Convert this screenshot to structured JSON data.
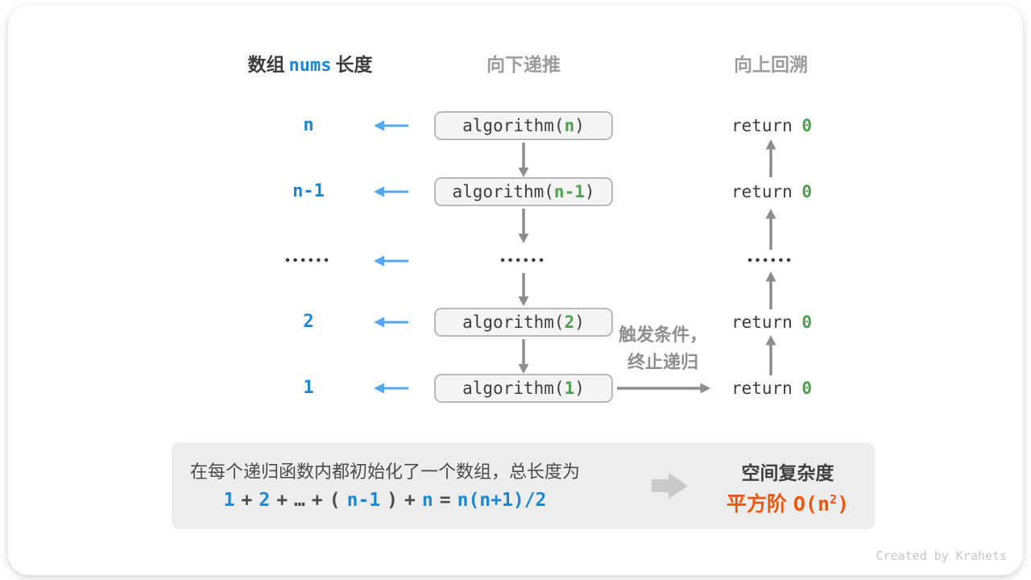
{
  "colors": {
    "blue": "#1c87d2",
    "light_blue": "#55a7ea",
    "green": "#4f9e51",
    "orange": "#f1560b",
    "dark": "#3d3d3d",
    "gray_header": "#9c9c9c",
    "annot": "#8f8f8f",
    "arrow": "#8d8d8d",
    "box_bg": "#f4f4f4",
    "box_border": "#b9b9b9",
    "summary_bg": "#ededed",
    "summary_text": "#4a4a4a",
    "footer": "#c6c6c6",
    "big_arrow": "#c9c9c9"
  },
  "headers": {
    "left_prefix": "数组",
    "left_code": "nums",
    "left_suffix": "长度",
    "middle": "向下递推",
    "right": "向上回溯"
  },
  "rows": [
    {
      "label": "n",
      "call_prefix": "algorithm(",
      "call_arg": "n",
      "call_suffix": ")",
      "ret_keyword": "return",
      "ret_value": "0"
    },
    {
      "label": "n-1",
      "call_prefix": "algorithm(",
      "call_arg": "n-1",
      "call_suffix": ")",
      "ret_keyword": "return",
      "ret_value": "0"
    },
    {
      "label": "••••••",
      "mid_ellipsis": "••••••",
      "right_ellipsis": "••••••"
    },
    {
      "label": "2",
      "call_prefix": "algorithm(",
      "call_arg": "2",
      "call_suffix": ")",
      "ret_keyword": "return",
      "ret_value": "0"
    },
    {
      "label": "1",
      "call_prefix": "algorithm(",
      "call_arg": "1",
      "call_suffix": ")",
      "ret_keyword": "return",
      "ret_value": "0"
    }
  ],
  "annotation": {
    "line1": "触发条件，",
    "line2": "终止递归"
  },
  "summary": {
    "line1": "在每个递归函数内都初始化了一个数组，总长度为",
    "formula": {
      "t1": "1",
      "op1": "+",
      "t2": "2",
      "op2": "+",
      "dots": "…",
      "op3": "+",
      "open": "(",
      "t3": "n-1",
      "close": ")",
      "op4": "+",
      "t4": "n",
      "eq": "=",
      "t5": "n(n+1)/2"
    },
    "result_title": "空间复杂度",
    "result_label": "平方阶",
    "result_prefix": "O(n",
    "result_sup": "2",
    "result_suffix": ")"
  },
  "footer": "Created by Krahets"
}
